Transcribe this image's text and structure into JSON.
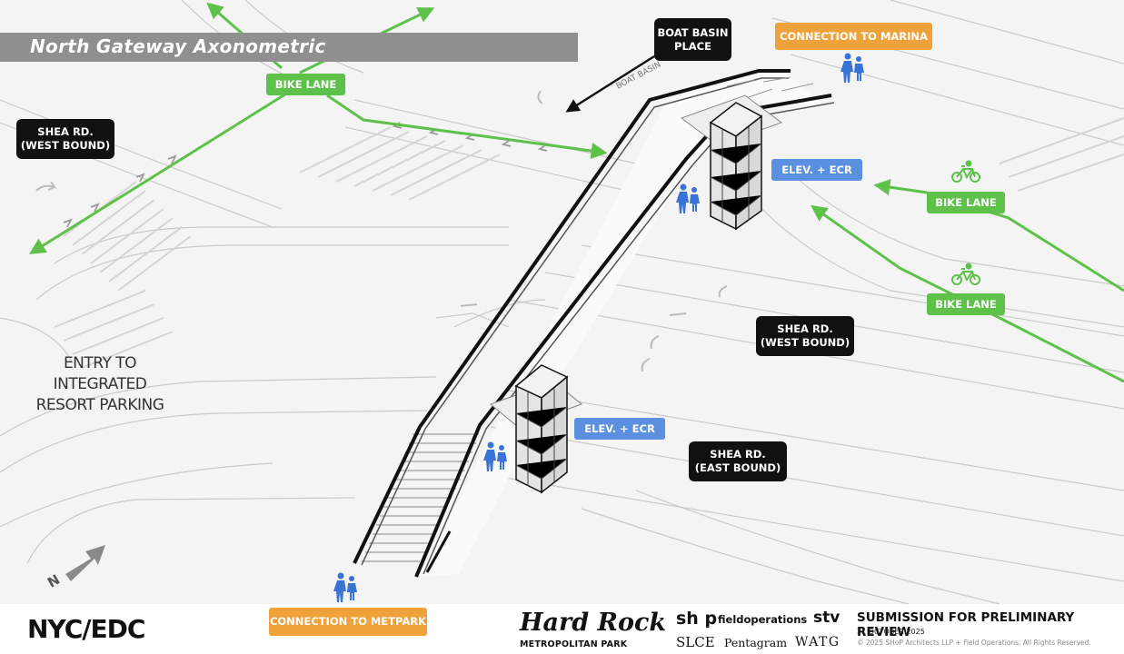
{
  "title": "North Gateway Axonometric",
  "labels": {
    "boat_basin_place": [
      "BOAT BASIN",
      "PLACE"
    ],
    "connection_marina": "CONNECTION TO MARINA",
    "connection_metpark": "CONNECTION TO METPARK",
    "bike_lane_top": "BIKE LANE",
    "bike_lane_right_1": "BIKE LANE",
    "bike_lane_right_2": "BIKE LANE",
    "shea_west_left": [
      "SHEA RD.",
      "(WEST BOUND)"
    ],
    "shea_west_right": [
      "SHEA RD.",
      "(WEST BOUND)"
    ],
    "shea_east": [
      "SHEA RD.",
      "(EAST BOUND)"
    ],
    "elev_upper": "ELEV. + ECR",
    "elev_lower": "ELEV. + ECR",
    "entry": [
      "ENTRY TO INTEGRATED",
      "RESORT PARKING"
    ],
    "street_boat_basin": "BOAT BASIN",
    "north": "N"
  },
  "colors": {
    "bike_green": "#5ec24a",
    "elev_blue": "#5b8fe0",
    "connection_orange": "#f0a23a",
    "pedestrian_blue": "#3a73d6",
    "road_label_black": "#111111"
  },
  "footer": {
    "logo_nycedc": "NYC/EDC",
    "logo_hardrock": "Hard Rock",
    "logo_hardrock_sub": "METROPOLITAN PARK",
    "logo_shop": "sh p",
    "logo_fieldoperations": "fieldoperations",
    "logo_stv": "stv",
    "logo_slce": "SLCE",
    "logo_pentagram": "Pentagram",
    "logo_watg": "WATG",
    "submission_title": "SUBMISSION FOR PRELIMINARY REVIEW",
    "submission_date": "21 OCTOBER 2025",
    "copyright": "© 2025 SHoP Architects LLP + Field Operations. All Rights Reserved."
  },
  "icons": [
    "bicycle-icon",
    "pedestrian-icon",
    "north-arrow-icon",
    "direction-arrow-icon"
  ]
}
